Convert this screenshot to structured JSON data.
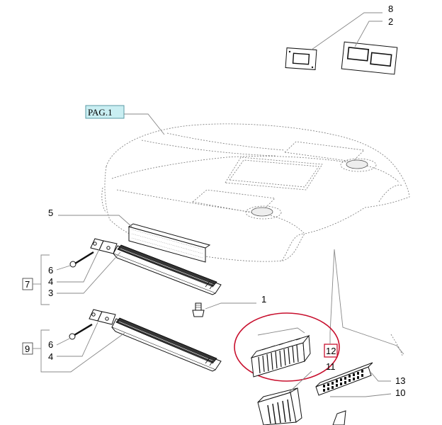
{
  "page_ref": {
    "label": "PAG.1",
    "bg_color": "#c9eef2"
  },
  "callouts": {
    "c8": "8",
    "c2": "2",
    "c5": "5",
    "c6a": "6",
    "c4a": "4",
    "c7": "7",
    "c3": "3",
    "c1": "1",
    "c6b": "6",
    "c4b": "4",
    "c9": "9",
    "c12": "12",
    "c11": "11",
    "c13": "13",
    "c10": "10"
  },
  "colors": {
    "highlight_circle": "#c8102e",
    "ink": "#111111"
  },
  "parts": {
    "gasket_small": "gasket-part",
    "gasket_large": "gasket-part",
    "roof_panel": "roof-panel-part",
    "filter_strip": "filter-part",
    "vent_grille_left_upper": "vent-grille-part",
    "vent_grille_left_lower": "vent-grille-part",
    "hinge_upper": "hinge-part",
    "hinge_lower": "hinge-part",
    "screw_upper": "screw-part",
    "screw_lower": "screw-part",
    "knob": "knob-part",
    "vent_front": "vent-part",
    "vent_13": "vent-part",
    "vent_11": "vent-part"
  }
}
